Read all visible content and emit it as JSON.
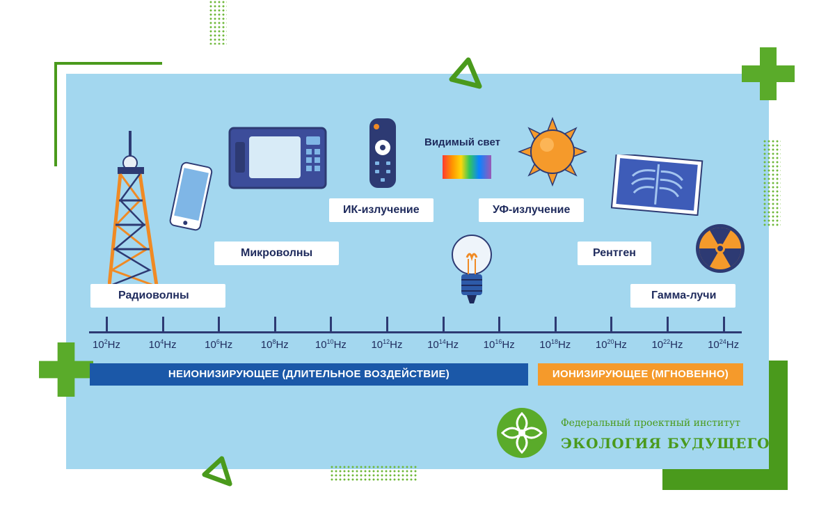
{
  "bands": {
    "radio": "Радиоволны",
    "microwave": "Микроволны",
    "infrared": "ИК-излучение",
    "visible": "Видимый свет",
    "ultraviolet": "УФ-излучение",
    "xray": "Рентген",
    "gamma": "Гамма-лучи"
  },
  "axis": {
    "ticks": [
      {
        "base": "10",
        "exp": "2",
        "unit": "Hz"
      },
      {
        "base": "10",
        "exp": "4",
        "unit": "Hz"
      },
      {
        "base": "10",
        "exp": "6",
        "unit": "Hz"
      },
      {
        "base": "10",
        "exp": "8",
        "unit": "Hz"
      },
      {
        "base": "10",
        "exp": "10",
        "unit": "Hz"
      },
      {
        "base": "10",
        "exp": "12",
        "unit": "Hz"
      },
      {
        "base": "10",
        "exp": "14",
        "unit": "Hz"
      },
      {
        "base": "10",
        "exp": "16",
        "unit": "Hz"
      },
      {
        "base": "10",
        "exp": "18",
        "unit": "Hz"
      },
      {
        "base": "10",
        "exp": "20",
        "unit": "Hz"
      },
      {
        "base": "10",
        "exp": "22",
        "unit": "Hz"
      },
      {
        "base": "10",
        "exp": "24",
        "unit": "Hz"
      }
    ]
  },
  "categories": {
    "non_ionizing": "НЕИОНИЗИРУЮЩЕЕ (ДЛИТЕЛЬНОЕ ВОЗДЕЙСТВИЕ)",
    "ionizing": "ИОНИЗИРУЮЩЕЕ (МГНОВЕННО)"
  },
  "logo": {
    "line1": "Федеральный проектный институт",
    "line2": "ЭКОЛОГИЯ БУДУЩЕГО"
  },
  "colors": {
    "background": "#a3d7ef",
    "non_ionizing_bar": "#1b58a8",
    "ionizing_bar": "#f59a2b",
    "brand_green": "#4a9a1c",
    "text_dark": "#1e2a5c"
  }
}
